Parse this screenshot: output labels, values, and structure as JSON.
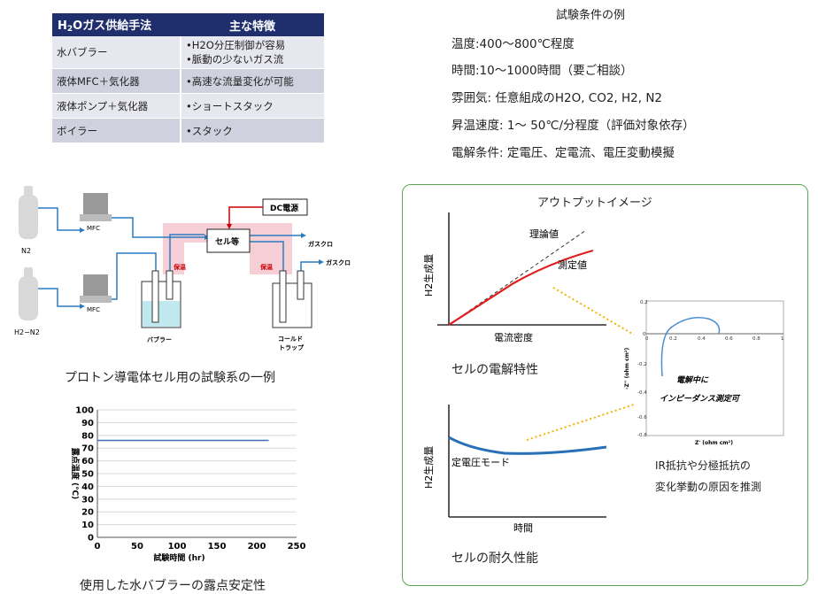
{
  "table": {
    "header": {
      "method": "H2Oガス供給手法",
      "method_pre": "H",
      "method_sub": "2",
      "method_post": "Oガス供給手法",
      "feature": "主な特徴"
    },
    "rows": [
      {
        "method": "水バブラー",
        "features": [
          "•H2O分圧制御が容易",
          "•脈動の少ないガス流"
        ]
      },
      {
        "method": "液体MFC＋気化器",
        "features": [
          "•高速な流量変化が可能"
        ]
      },
      {
        "method": "液体ポンプ＋気化器",
        "features": [
          "•ショートスタック"
        ]
      },
      {
        "method": "ボイラー",
        "features": [
          "•スタック"
        ]
      }
    ]
  },
  "conditions": {
    "title": "試験条件の例",
    "lines": [
      "温度:400～800℃程度",
      "時間:10～1000時間（要ご相談）",
      "雰囲気: 任意組成のH2O, CO2, H2, N2",
      "昇温速度: 1～ 50℃/分程度（評価対象依存）",
      "電解条件: 定電圧、定電流、電圧変動模擬"
    ]
  },
  "diagram": {
    "labels": {
      "n2": "N2",
      "h2n2": "H2−N2",
      "mfc1": "MFC",
      "mfc2": "MFC",
      "dc": "DC電源",
      "cell": "セル等",
      "hoon1": "保温",
      "hoon2": "保温",
      "gas1": "ガスクロ",
      "gas2": "ガスクロ",
      "bubbler": "バブラー",
      "trap1": "コールド",
      "trap2": "トラップ"
    },
    "caption": "プロトン導電体セル用の試験系の一例"
  },
  "dew_chart": {
    "caption": "使用した水バブラーの露点安定性",
    "chart_data": {
      "type": "line",
      "xlabel": "試験時間 (hr)",
      "ylabel": "露点温度 (℃)",
      "xlim": [
        0,
        250
      ],
      "ylim": [
        0,
        100
      ],
      "xticks": [
        0,
        50,
        100,
        150,
        200,
        250
      ],
      "yticks": [
        0,
        10,
        20,
        30,
        40,
        50,
        60,
        70,
        80,
        90,
        100
      ],
      "grid": true,
      "series": [
        {
          "x": [
            0,
            50,
            100,
            150,
            200,
            215
          ],
          "y": [
            76,
            76,
            76,
            76,
            76,
            76
          ],
          "color": "#3b6fb6"
        }
      ]
    }
  },
  "output": {
    "title": "アウトプットイメージ",
    "electrolysis": {
      "caption": "セルの電解特性",
      "ylabel": "H2生成量",
      "xlabel": "電流密度",
      "theory_label": "理論値",
      "measured_label": "測定値"
    },
    "durability": {
      "caption": "セルの耐久性能",
      "ylabel": "H2生成量",
      "xlabel": "時間",
      "mode_label": "定電圧モード"
    },
    "impedance": {
      "xlabel": "Z' (ohm cm²)",
      "ylabel": "-Z'' (ohm cm²)",
      "xticks": [
        "0",
        "0.2",
        "0.4",
        "0.6",
        "0.8",
        "1"
      ],
      "yticks": [
        "0.2",
        "0",
        "-0.2",
        "-0.4",
        "-0.6",
        "-0.8"
      ],
      "note_line1": "電解中に",
      "note_line2": "インピーダンス測定可",
      "caption_line1": "IR抵抗や分極抵抗の",
      "caption_line2": "変化挙動の原因を推測"
    }
  }
}
